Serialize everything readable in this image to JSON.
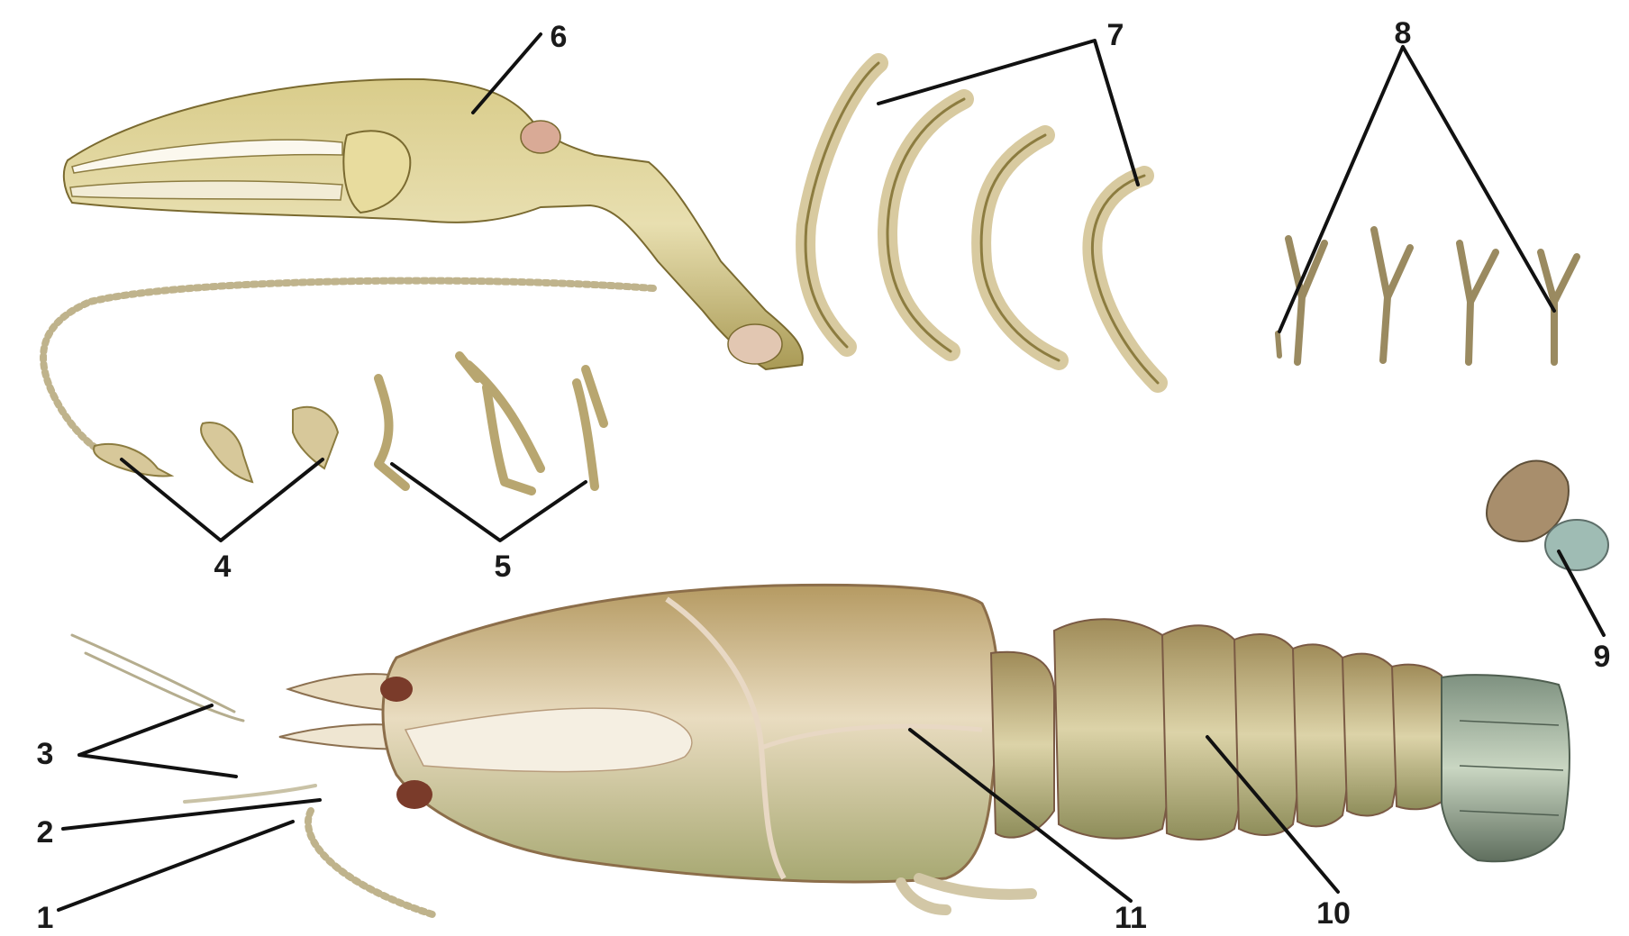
{
  "labels": {
    "l1": "1",
    "l2": "2",
    "l3": "3",
    "l4": "4",
    "l5": "5",
    "l6": "6",
    "l7": "7",
    "l8": "8",
    "l9": "9",
    "l10": "10",
    "l11": "11"
  },
  "colors": {
    "background": "#ffffff",
    "label_text": "#1a1a1a",
    "leader_line": "#111111",
    "shell_olive": "#b8a86a",
    "shell_pink": "#d9a08c",
    "shell_light": "#efe6d2",
    "tail_green": "#8fa38a",
    "limb_tan": "#c9b98a"
  }
}
